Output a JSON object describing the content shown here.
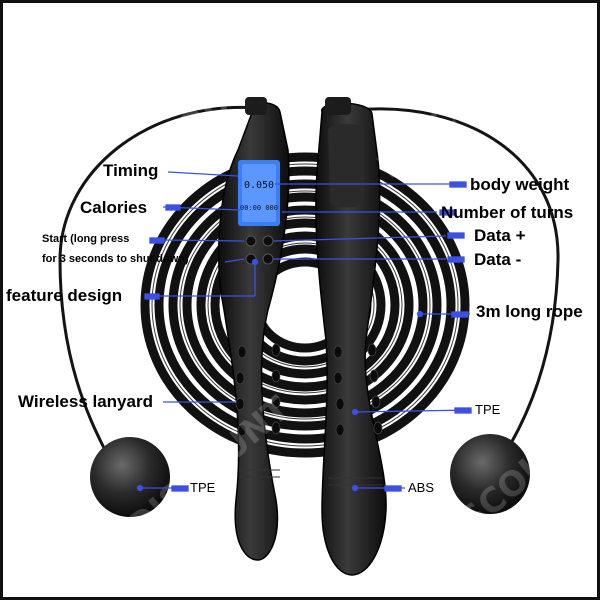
{
  "labels": {
    "timing": "Timing",
    "calories": "Calories",
    "start_line1": "Start (long press",
    "start_line2": "for 3 seconds to shut down)",
    "feature_design": "feature design",
    "wireless_lanyard": "Wireless lanyard",
    "tpe_ball": "TPE",
    "body_weight": "body weight",
    "number_of_turns": "Number of turns",
    "data_plus": "Data +",
    "data_minus": "Data -",
    "rope_length": "3m long rope",
    "tpe_handle": "TPE",
    "abs": "ABS"
  },
  "display": {
    "row1": "0.050",
    "row2": "00:00 000"
  },
  "watermark": "DISCOUNT",
  "colors": {
    "pointer": "#3c50e6",
    "lcd": "#3a7ff5",
    "rope": "#141414",
    "handle": "#1a1a1a"
  }
}
